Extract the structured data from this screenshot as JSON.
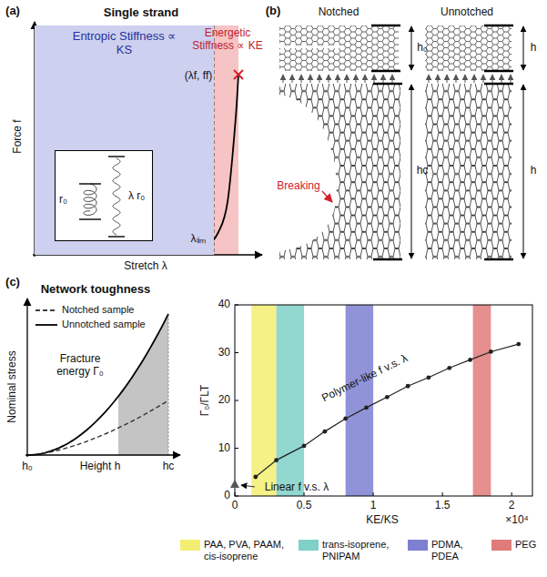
{
  "diagram": {
    "nodes": [
      {
        "text": [
          "Entropic Stiffness ∝ KS"
        ]
      },
      {
        "text": [
          "r₀",
          "λ r₀"
        ],
        "in": 0
      }
    ],
    "labels": [
      "(a)",
      "Single strand",
      "Energetic Stiffness ∝ KE",
      "Force f",
      "Stretch λ",
      "λₗᵢₘ",
      "(λf, ff)",
      "(b)",
      "Notched",
      "Unnotched",
      "h₀",
      "h",
      "Breaking",
      "hc",
      "h",
      "(c)",
      "Network toughness",
      "Nominal stress",
      "Fracture energy Γ₀",
      "h₀",
      "Height h",
      "hc",
      "Γ₀/ΓLT",
      "0",
      "10",
      "20",
      "30",
      "40",
      "0",
      "0.5",
      "1",
      "1.5",
      "2",
      "×10⁴",
      "KE/KS",
      "Polymer-like f v.s. λ",
      "Linear f v.s. λ"
    ],
    "legend": [
      {
        "text": "Notched sample"
      },
      {
        "text": "Unnotched sample"
      },
      {
        "text": "PAA, PVA, PAAM, cis-isoprene",
        "color": "#f3ee72"
      },
      {
        "text": "trans-isoprene, PNIPAM",
        "color": "#7fd0c8"
      },
      {
        "text": "PDMA, PDEA",
        "color": "#7e80d2"
      },
      {
        "text": "PEG",
        "color": "#e07b7b"
      }
    ]
  }
}
